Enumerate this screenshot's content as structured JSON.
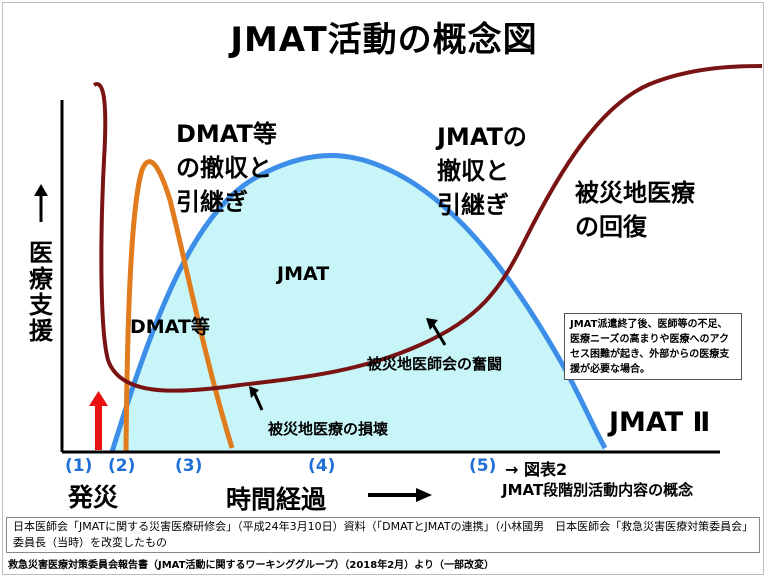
{
  "title": "JMAT活動の概念図",
  "labels": {
    "dmat_withdraw": [
      "DMAT等",
      "の撤収と",
      "引継ぎ"
    ],
    "jmat_withdraw": [
      "JMATの",
      "撤収と",
      "引継ぎ"
    ],
    "recovery": [
      "被災地医療",
      "の回復"
    ],
    "jmat_center": "JMAT",
    "dmat_center": "DMAT等",
    "effort": "被災地医師会の奮闘",
    "damage": "被災地医療の損壊",
    "jmat2": "JMAT Ⅱ",
    "y_axis": "医療支援",
    "onset": "発災",
    "time": "時間経過",
    "figure_ref": "→ 図表2",
    "figure_title": "JMAT段階別活動内容の概念"
  },
  "phases": [
    "(1)",
    "(2)",
    "(3)",
    "(4)",
    "(5)"
  ],
  "note": "JMAT派遣終了後、医師等の不足、医療ニーズの高まりや医療へのアクセス困難が起き、外部からの医療支援が必要な場合。",
  "footer": {
    "source": "日本医師会「JMATに関する災害医療研修会」（平成24年3月10日）資料（「DMATとJMATの連携」（小林國男　日本医師会「救急災害医療対策委員会」委員長（当時）を改変したもの",
    "credit": "救急災害医療対策委員会報告書（JMAT活動に関するワーキンググループ）（2018年2月）より（一部改変）"
  },
  "colors": {
    "jmat_fill": "#c8f6f8",
    "jmat_line": "#3c8ee8",
    "dmat_line": "#e07b1e",
    "recovery_line": "#7a1414",
    "onset_arrow": "#e81010",
    "phase_text": "#1f6fd6"
  }
}
